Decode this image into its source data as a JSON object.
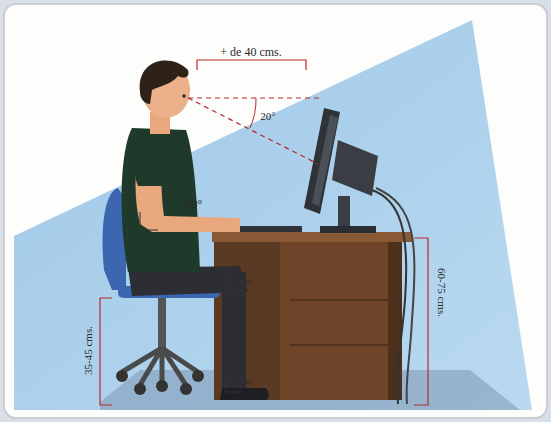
{
  "diagram": {
    "labels": [
      "+ de 40 cms.",
      "20°",
      "90°",
      "90",
      "90",
      "35-45 cms.",
      "60-75 cms."
    ]
  }
}
